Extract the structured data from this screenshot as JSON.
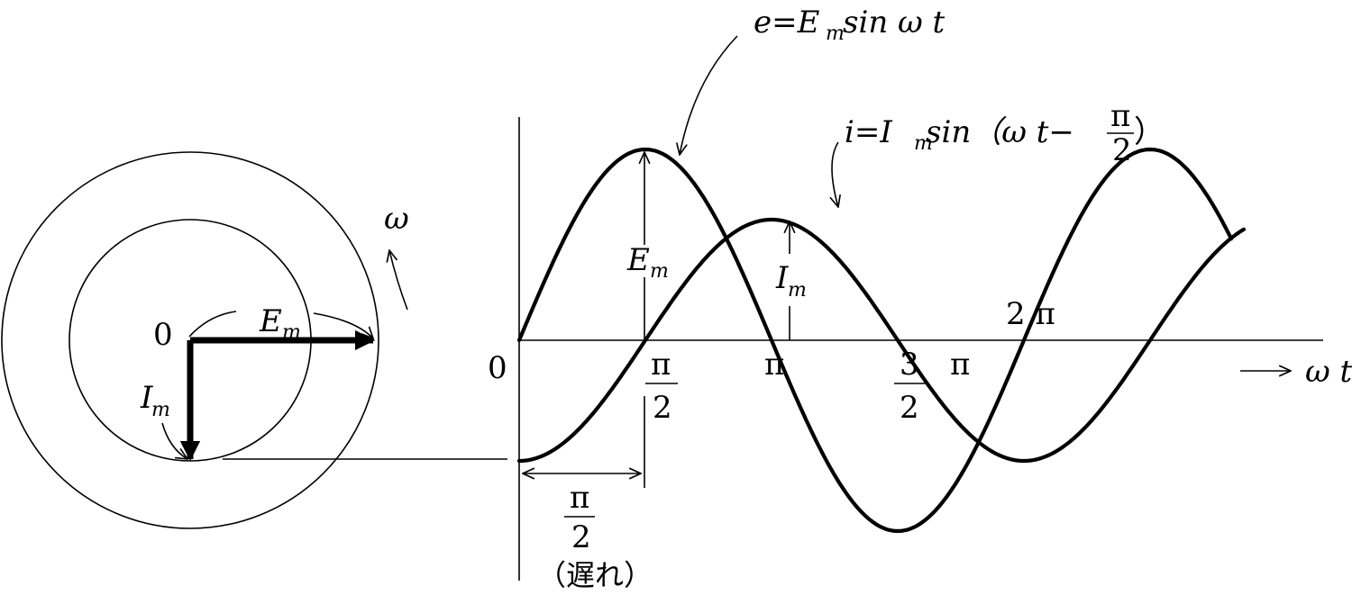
{
  "labels": {
    "e_eq": "e=E",
    "e_eq_sub": "m",
    "e_eq_tail": "sin ω t",
    "i_eq": "i=I",
    "i_eq_sub": "m",
    "i_eq_tail": "sin（ω t−",
    "i_eq_frac_num": "π",
    "i_eq_frac_den": "2",
    "i_eq_close": "）",
    "omega": "ω",
    "origin_phasor": "0",
    "em_phasor": "E",
    "em_phasor_sub": "m",
    "im_phasor": "I",
    "im_phasor_sub": "m",
    "origin_axis": "0",
    "em_wave": "E",
    "em_wave_sub": "m",
    "im_wave": "I",
    "im_wave_sub": "m",
    "pi_half_num": "π",
    "pi_half_den": "2",
    "pi": "π",
    "three_num": "3",
    "three_den": "2",
    "three_pi": "π",
    "two_pi": "2 π",
    "omega_t": "ω t",
    "delay_num": "π",
    "delay_den": "2",
    "delay_note": "（遅れ）"
  }
}
